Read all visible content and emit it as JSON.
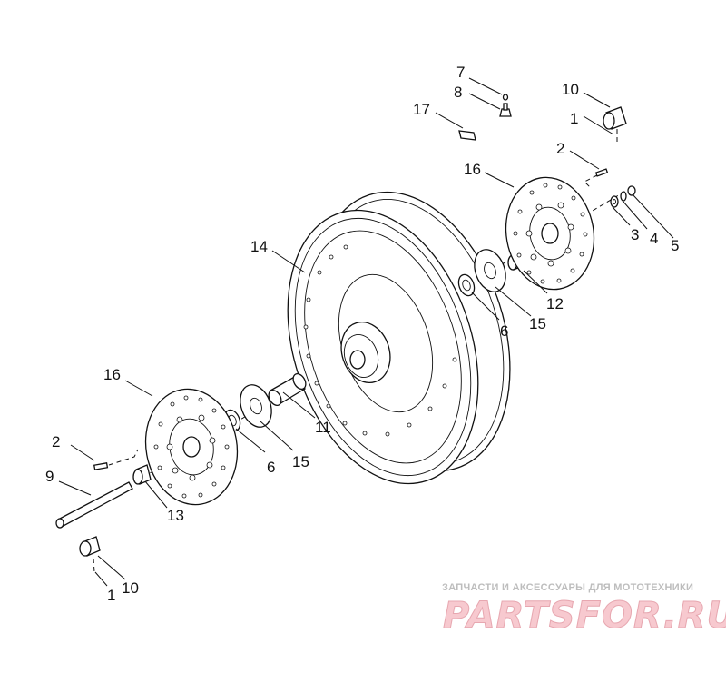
{
  "diagram": {
    "callouts": [
      {
        "id": "c7",
        "text": "7"
      },
      {
        "id": "c8",
        "text": "8"
      },
      {
        "id": "c17",
        "text": "17"
      },
      {
        "id": "c10a",
        "text": "10"
      },
      {
        "id": "c1a",
        "text": "1"
      },
      {
        "id": "c2a",
        "text": "2"
      },
      {
        "id": "c16a",
        "text": "16"
      },
      {
        "id": "c3",
        "text": "3"
      },
      {
        "id": "c4",
        "text": "4"
      },
      {
        "id": "c5",
        "text": "5"
      },
      {
        "id": "c14",
        "text": "14"
      },
      {
        "id": "c12",
        "text": "12"
      },
      {
        "id": "c6a",
        "text": "6"
      },
      {
        "id": "c15a",
        "text": "15"
      },
      {
        "id": "c16b",
        "text": "16"
      },
      {
        "id": "c11",
        "text": "11"
      },
      {
        "id": "c2b",
        "text": "2"
      },
      {
        "id": "c6b",
        "text": "6"
      },
      {
        "id": "c15b",
        "text": "15"
      },
      {
        "id": "c9",
        "text": "9"
      },
      {
        "id": "c13",
        "text": "13"
      },
      {
        "id": "c1b",
        "text": "1"
      },
      {
        "id": "c10b",
        "text": "10"
      }
    ]
  },
  "watermark": {
    "tagline": "ЗАПЧАСТИ И АКСЕССУАРЫ ДЛЯ МОТОТЕХНИКИ",
    "logo": "PARTSFOR.RU"
  },
  "colors": {
    "line": "#111111",
    "background": "#ffffff",
    "watermark_logo": "#f7c9cf",
    "watermark_text": "#bdbdbd"
  }
}
